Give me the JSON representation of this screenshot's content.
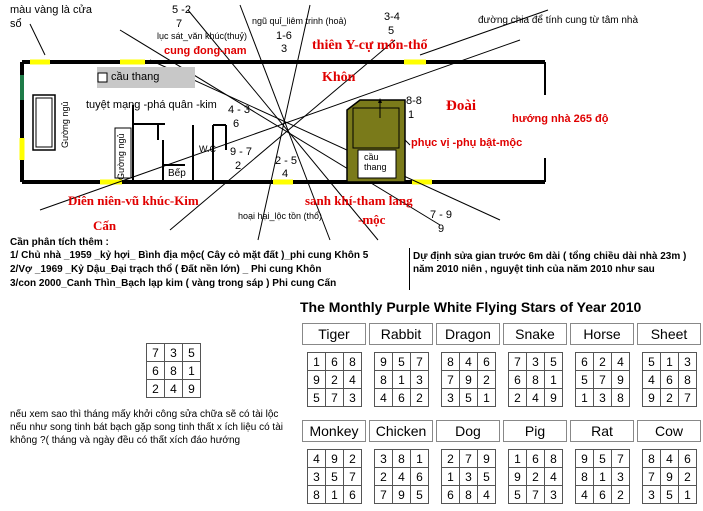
{
  "plan": {
    "window_label": "màu vàng là cửa sổ",
    "window_label_l1": "màu vàng là cửa",
    "window_label_l2": "sổ",
    "top_52": "5 -2",
    "top_7": "7",
    "luc_sat": "lục sát_văn khúc(thuỷ)",
    "ngu_qui": "ngũ quỉ_liêm trinh (hoả)",
    "n16": "1-6",
    "n3": "3",
    "n34": "3-4",
    "n5": "5",
    "divider_note": "đường chia để tính cung từ tâm nhà",
    "cung_dong_nam": "cung đong-nam",
    "thien_y": "thiên Y-cự môn-thổ",
    "khon": "Khôn",
    "cau_thang": "cầu thang",
    "tuyet_mang": "tuyệt mạng -phá quân -kim",
    "n43": "4 - 3",
    "n6": "6",
    "n88": "8-8",
    "n1": "1",
    "doai": "Đoài",
    "huong_nha": "hướng nhà 265 độ",
    "guong_ngu_1": "Gường ngủ",
    "guong_ngu_2": "Gường ngủ",
    "wc": "W.C",
    "n97": "9 - 7",
    "n2": "2",
    "n25": "2 - 5",
    "n4": "4",
    "phuc_vi": "phục vị -phụ bật-mộc",
    "cau_thang_2": "cầu thang",
    "bep": "Bếp",
    "dien_nien": "Diên niên-vũ khúc-Kim",
    "can": "Cấn",
    "sanh_khi": "sanh khí-tham lang",
    "moc": "-mộc",
    "hoai_hai": "hoại hại_lộc tồn (thổ)",
    "n79": "7 - 9",
    "n9": "9"
  },
  "analysis": {
    "heading": "Cần phân tích thêm :",
    "line1": "1/ Chủ nhà _1959 _kỷ hợi_ Bình địa mộc( Cây cỏ mặt đất )_phi cung Khôn 5",
    "line2": "2/Vợ _1969 _Kỷ Dậu_Đại trạch thổ ( Đất nền lớn) _ Phi cung Khôn",
    "line3": "3/con 2000_Canh Thìn_Bạch lạp kim ( vàng trong sáp ) Phi cung Cấn",
    "plan_note": "Dự định sửa gian trước 6m dài ( tổng chiều dài nhà 23m ) năm 2010 niên , nguyệt tinh của năm 2010 như sau",
    "question": "nếu xem sao thì tháng mấy khởi công sửa chữa sẽ có tài lộc nếu như song tinh bát bạch gặp song tinh thất x ích liệu có tài không ?( tháng và ngày đều có thất xích đáo hướng"
  },
  "year_grid": {
    "rows": [
      [
        "7",
        "3",
        "5"
      ],
      [
        "6",
        "8",
        "1"
      ],
      [
        "2",
        "4",
        "9"
      ]
    ]
  },
  "monthly": {
    "title": "The Monthly Purple White Flying Stars of Year 2010",
    "months": [
      {
        "name": "Tiger",
        "grid": [
          [
            "1",
            "6",
            "8"
          ],
          [
            "9",
            "2",
            "4"
          ],
          [
            "5",
            "7",
            "3"
          ]
        ]
      },
      {
        "name": "Rabbit",
        "grid": [
          [
            "9",
            "5",
            "7"
          ],
          [
            "8",
            "1",
            "3"
          ],
          [
            "4",
            "6",
            "2"
          ]
        ]
      },
      {
        "name": "Dragon",
        "grid": [
          [
            "8",
            "4",
            "6"
          ],
          [
            "7",
            "9",
            "2"
          ],
          [
            "3",
            "5",
            "1"
          ]
        ]
      },
      {
        "name": "Snake",
        "grid": [
          [
            "7",
            "3",
            "5"
          ],
          [
            "6",
            "8",
            "1"
          ],
          [
            "2",
            "4",
            "9"
          ]
        ]
      },
      {
        "name": "Horse",
        "grid": [
          [
            "6",
            "2",
            "4"
          ],
          [
            "5",
            "7",
            "9"
          ],
          [
            "1",
            "3",
            "8"
          ]
        ]
      },
      {
        "name": "Sheet",
        "grid": [
          [
            "5",
            "1",
            "3"
          ],
          [
            "4",
            "6",
            "8"
          ],
          [
            "9",
            "2",
            "7"
          ]
        ]
      },
      {
        "name": "Monkey",
        "grid": [
          [
            "4",
            "9",
            "2"
          ],
          [
            "3",
            "5",
            "7"
          ],
          [
            "8",
            "1",
            "6"
          ]
        ]
      },
      {
        "name": "Chicken",
        "grid": [
          [
            "3",
            "8",
            "1"
          ],
          [
            "2",
            "4",
            "6"
          ],
          [
            "7",
            "9",
            "5"
          ]
        ]
      },
      {
        "name": "Dog",
        "grid": [
          [
            "2",
            "7",
            "9"
          ],
          [
            "1",
            "3",
            "5"
          ],
          [
            "6",
            "8",
            "4"
          ]
        ]
      },
      {
        "name": "Pig",
        "grid": [
          [
            "1",
            "6",
            "8"
          ],
          [
            "9",
            "2",
            "4"
          ],
          [
            "5",
            "7",
            "3"
          ]
        ]
      },
      {
        "name": "Rat",
        "grid": [
          [
            "9",
            "5",
            "7"
          ],
          [
            "8",
            "1",
            "3"
          ],
          [
            "4",
            "6",
            "2"
          ]
        ]
      },
      {
        "name": "Cow",
        "grid": [
          [
            "8",
            "4",
            "6"
          ],
          [
            "7",
            "9",
            "2"
          ],
          [
            "3",
            "5",
            "1"
          ]
        ]
      }
    ]
  },
  "colors": {
    "red": "#e00000",
    "window_yellow": "#ffff00",
    "door_green": "#1e7b48",
    "stair_olive": "#7a7a1a"
  }
}
